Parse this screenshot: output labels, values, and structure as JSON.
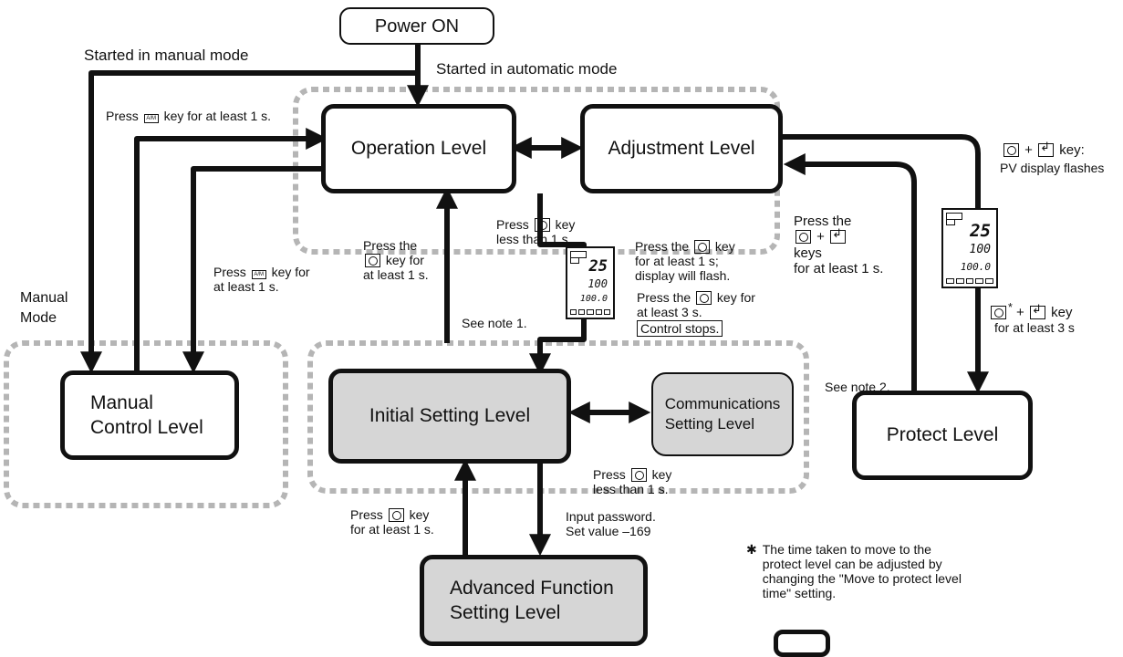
{
  "nodes": {
    "power_on": "Power ON",
    "operation_level": "Operation Level",
    "adjustment_level": "Adjustment Level",
    "manual_control_level": [
      "Manual",
      "Control Level"
    ],
    "initial_setting_level": "Initial Setting Level",
    "communications_setting_level": [
      "Communications",
      "Setting Level"
    ],
    "protect_level": "Protect Level",
    "advanced_function_setting_level": [
      "Advanced Function",
      "Setting Level"
    ]
  },
  "labels": {
    "started_manual": "Started in manual mode",
    "started_automatic": "Started in automatic mode",
    "manual_mode": [
      "Manual",
      "Mode"
    ],
    "press_am_1s": {
      "pre": "Press",
      "post": "key for at least 1 s."
    },
    "press_am_key_for": {
      "pre": "Press",
      "post": "key for",
      "line2": "at least 1 s."
    },
    "press_key_lt1_top": {
      "pre": "Press",
      "post": "key",
      "line2": "less than 1 s."
    },
    "press_the_key_1s": {
      "line1": "Press the",
      "post": "key for",
      "line3": "at least 1 s."
    },
    "flash_note": {
      "pre": "Press the",
      "post": "key",
      "line2": "for at least 1 s;",
      "line3": "display will flash."
    },
    "three_s_note": {
      "pre": "Press the",
      "post": "key for",
      "line2": "at least 3 s."
    },
    "control_stops": "Control stops.",
    "see_note_1": "See note 1.",
    "pv_flash": {
      "post": "key:",
      "line2": "PV display flashes"
    },
    "press_the_keys": {
      "line1": "Press the",
      "line3": "keys",
      "line4": "for at least 1 s."
    },
    "protect_3s": {
      "post": "key",
      "line2": "for at least 3 s"
    },
    "see_note_2": "See note 2.",
    "press_key_lt1_bottom": {
      "pre": "Press",
      "post": "key",
      "line2": "less than 1 s."
    },
    "press_key_1s_bottom": {
      "pre": "Press",
      "post": "key",
      "line2": "for at least 1 s."
    },
    "input_password": [
      "Input password.",
      "Set value –169"
    ],
    "footnote": [
      "The time taken to move to the",
      "protect level can be adjusted by",
      "changing the \"Move to protect level",
      "time\" setting."
    ],
    "asterisk": "✱",
    "star": "*",
    "plus": "+",
    "am_key": "A/M"
  },
  "lcd": {
    "pv": "25",
    "sv": "100",
    "mv": "100.0"
  },
  "icons": [
    "round-key-icon",
    "enter-key-icon",
    "am-key-icon",
    "lcd-display-icon"
  ],
  "colors": {
    "stroke": "#111111",
    "grey_fill": "#d6d6d6",
    "dotted": "#b5b5b5"
  }
}
